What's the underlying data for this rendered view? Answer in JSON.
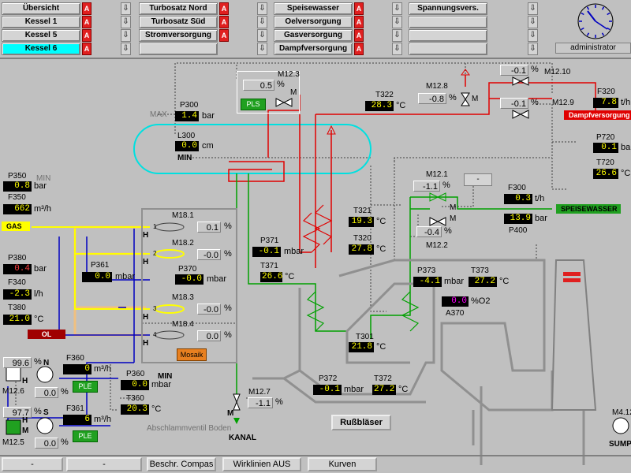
{
  "nav": {
    "col1": [
      {
        "label": "Übersicht",
        "active": false
      },
      {
        "label": "Kessel 1",
        "active": false
      },
      {
        "label": "Kessel 5",
        "active": false
      },
      {
        "label": "Kessel 6",
        "active": true
      }
    ],
    "col2": [
      {
        "label": "Turbosatz Nord"
      },
      {
        "label": "Turbosatz Süd"
      },
      {
        "label": "Stromversorgung"
      },
      {
        "label": ""
      }
    ],
    "col3": [
      {
        "label": "Speisewasser"
      },
      {
        "label": "Oelversorgung"
      },
      {
        "label": "Gasversorgung"
      },
      {
        "label": "Dampfversorgung"
      }
    ],
    "col4": [
      {
        "label": "Spannungsvers."
      },
      {
        "label": ""
      },
      {
        "label": ""
      },
      {
        "label": ""
      }
    ],
    "alarm_letter": "A",
    "down_arrow": "⇩",
    "user": "administrator"
  },
  "process": {
    "m123": {
      "label": "M12.3",
      "value": "0.5",
      "unit": "%",
      "ple": "PLS",
      "m": "M"
    },
    "p300": {
      "label": "P300",
      "value": "1.4",
      "unit": "bar"
    },
    "max": "MAX",
    "min": "MIN",
    "l300": {
      "label": "L300",
      "value": "0.0",
      "unit": "cm",
      "min": "MIN"
    },
    "t322": {
      "label": "T322",
      "value": "28.3",
      "unit": "°C"
    },
    "m128": {
      "label": "M12.8",
      "value": "-0.8",
      "unit": "%",
      "m": "M"
    },
    "m1210": {
      "label": "M12.10",
      "value1": "-0.1",
      "value2": "-0.1",
      "unit": "%"
    },
    "m129": {
      "label": "M12.9"
    },
    "f320": {
      "label": "F320",
      "value": "7.8",
      "unit": "t/h"
    },
    "dampf_tag": "Dampfversorgung",
    "p720": {
      "label": "P720",
      "value": "0.1",
      "unit": "ba"
    },
    "t720": {
      "label": "T720",
      "value": "26.6",
      "unit": "°C"
    },
    "p350": {
      "label": "P350",
      "value": "0.8",
      "unit": "bar",
      "min": "MIN"
    },
    "f350": {
      "label": "F350",
      "value": "662",
      "unit": "m³/h"
    },
    "gas_tag": "GAS",
    "p380": {
      "label": "P380",
      "value": "0.4",
      "unit": "bar"
    },
    "f340": {
      "label": "F340",
      "value": "-2.3",
      "unit": "l/h"
    },
    "t380": {
      "label": "T380",
      "value": "21.0",
      "unit": "°C"
    },
    "ol_tag": "OL",
    "m181": {
      "label": "M18.1",
      "value": "0.1",
      "unit": "%",
      "num": "1",
      "h": "H"
    },
    "m182": {
      "label": "M18.2",
      "value": "-0.0",
      "unit": "%",
      "num": "2",
      "h": "H"
    },
    "m183": {
      "label": "M18.3",
      "value": "-0.0",
      "unit": "%",
      "num": "3",
      "h": "H"
    },
    "m184": {
      "label": "M18.4",
      "value": "0.0",
      "unit": "%",
      "num": "4",
      "h": "H"
    },
    "p361": {
      "label": "P361",
      "value": "0.0",
      "unit": "mbar"
    },
    "p370": {
      "label": "P370",
      "value": "-0.0",
      "unit": "mbar"
    },
    "mosaik": "Mosaik",
    "p371": {
      "label": "P371",
      "value": "-0.1",
      "unit": "mbar"
    },
    "t371": {
      "label": "T371",
      "value": "26.6",
      "unit": "°C"
    },
    "t321": {
      "label": "T321",
      "value": "19.3",
      "unit": "°C"
    },
    "t320": {
      "label": "T320",
      "value": "27.8",
      "unit": "°C"
    },
    "m121": {
      "label": "M12.1",
      "value": "-1.1",
      "unit": "%",
      "m": "M"
    },
    "m122": {
      "label": "M12.2",
      "value": "-0.4",
      "unit": "%",
      "m": "M"
    },
    "dash_btn": "-",
    "f300": {
      "label": "F300",
      "value": "0.3",
      "unit": "t/h"
    },
    "p400": {
      "label": "P400",
      "value": "13.9",
      "unit": "bar"
    },
    "speise_tag": "SPEISEWASSER",
    "p373": {
      "label": "P373",
      "value": "-4.1",
      "unit": "mbar"
    },
    "t373": {
      "label": "T373",
      "value": "27.2",
      "unit": "°C"
    },
    "a370": {
      "label": "A370",
      "value": "0.0",
      "unit": "%O2"
    },
    "t301": {
      "label": "T301",
      "value": "21.8",
      "unit": "°C"
    },
    "p372": {
      "label": "P372",
      "value": "-0.1",
      "unit": "mbar"
    },
    "t372": {
      "label": "T372",
      "value": "27.2",
      "unit": "°C"
    },
    "russ_btn": "Rußbläser",
    "m127": {
      "label": "M12.7",
      "value": "-1.1",
      "unit": "%",
      "m": "M"
    },
    "kanal": "KANAL",
    "abschlamm": "Abschlammventil Boden",
    "p360": {
      "label": "P360",
      "value": "0.0",
      "unit": "mbar",
      "min": "MIN"
    },
    "t360": {
      "label": "T360",
      "value": "20.3",
      "unit": "°C"
    },
    "f360": {
      "label": "F360",
      "value": "0",
      "unit": "m³/h"
    },
    "f361": {
      "label": "F361",
      "value": "6",
      "unit": "m³/h"
    },
    "m126": {
      "label": "M12.6",
      "v1": "99.6",
      "v2": "0.0",
      "unit": "%",
      "n": "N",
      "h": "H",
      "ple": "PLE"
    },
    "m125": {
      "label": "M12.5",
      "v1": "97.7",
      "v2": "0.0",
      "unit": "%",
      "s": "S",
      "m": "M",
      "h": "H",
      "ple": "PLE"
    },
    "m412": {
      "label": "M4.12",
      "sub": "SUMP"
    }
  },
  "bottom": {
    "b1": "-",
    "b2": "-",
    "b3": "Beschr. Compas",
    "b4": "Wirklinien AUS",
    "b5": "Kurven"
  }
}
